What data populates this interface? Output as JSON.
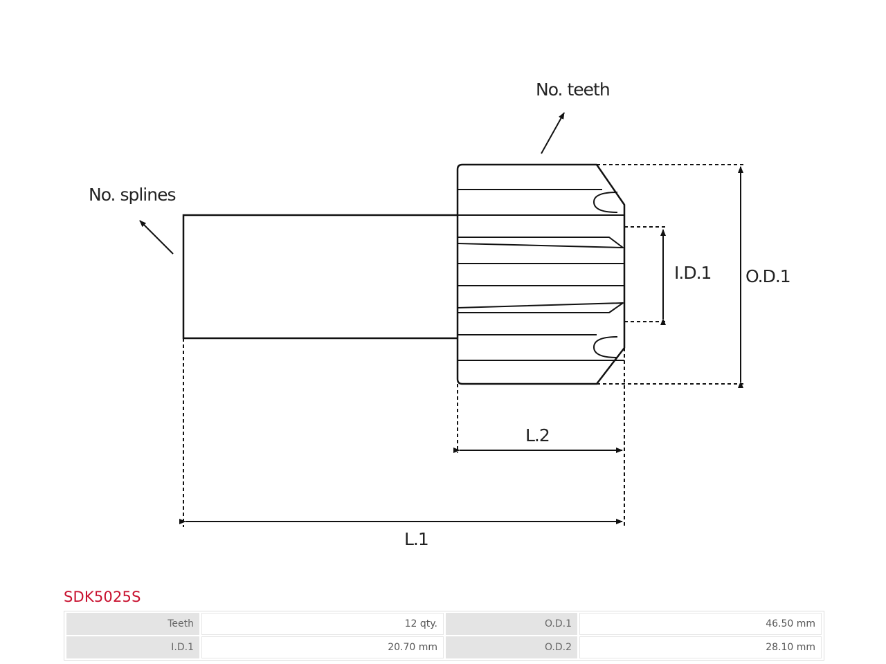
{
  "labels": {
    "no_splines": "No. splines",
    "no_teeth": "No. teeth",
    "id1": "I.D.1",
    "od1": "O.D.1",
    "l1": "L.1",
    "l2": "L.2"
  },
  "part_number": "SDK5025S",
  "specs": [
    {
      "label": "Teeth",
      "value": "12 qty.",
      "label2": "O.D.1",
      "value2": "46.50 mm"
    },
    {
      "label": "I.D.1",
      "value": "20.70 mm",
      "label2": "O.D.2",
      "value2": "28.10 mm"
    }
  ],
  "colors": {
    "line": "#111111",
    "accent": "#c8102e",
    "table_label_bg": "#e4e4e4"
  }
}
